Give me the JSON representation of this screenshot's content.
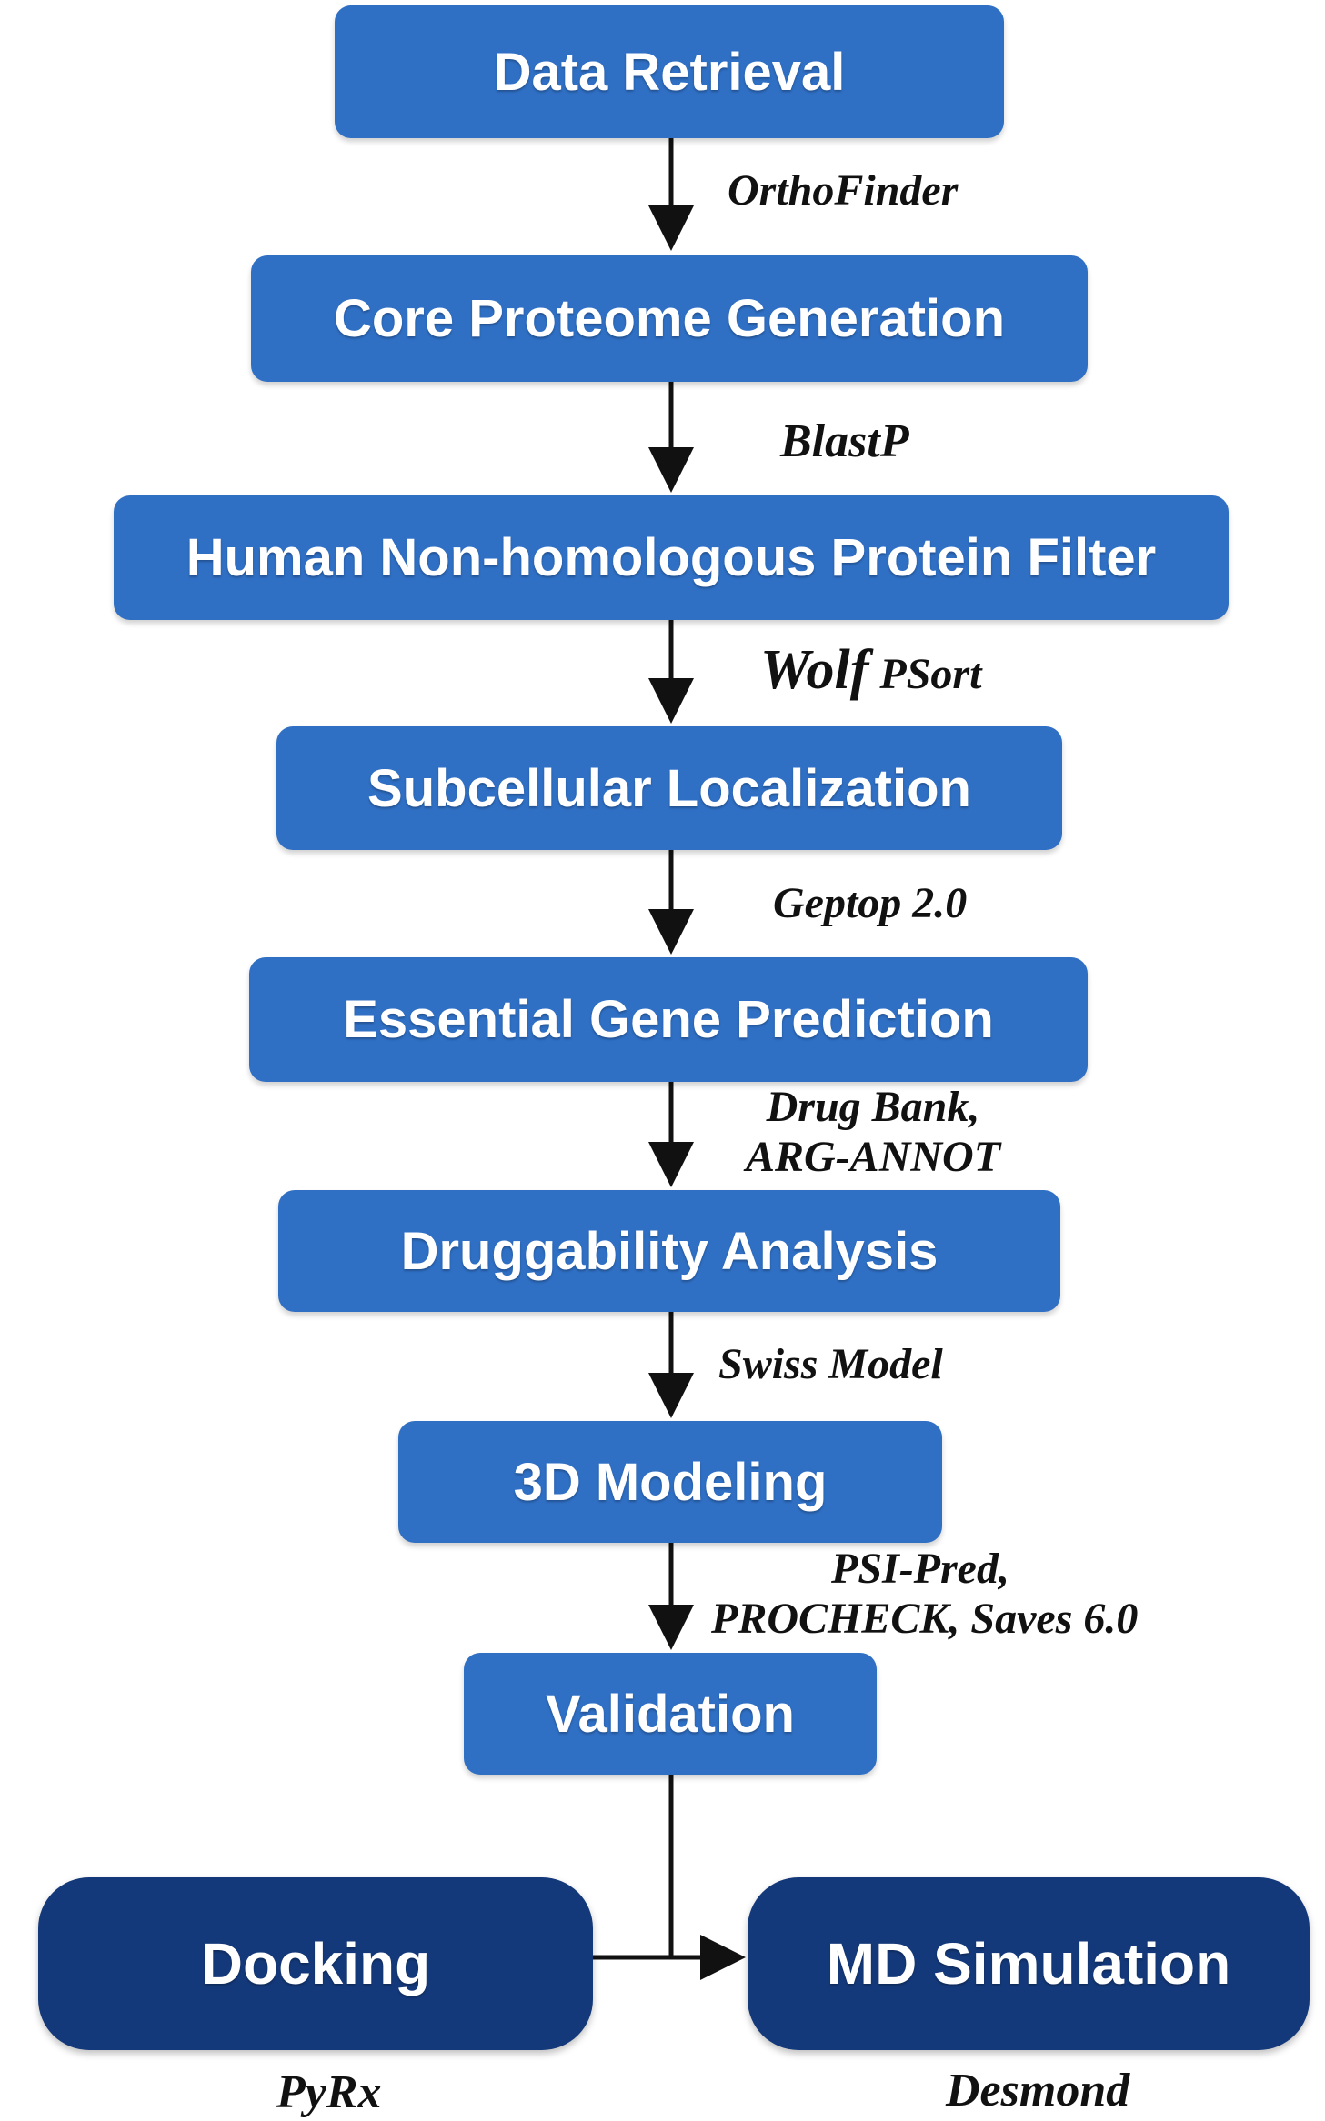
{
  "steps": [
    {
      "label": "Data Retrieval"
    },
    {
      "label": "Core Proteome Generation"
    },
    {
      "label": "Human Non-homologous Protein Filter"
    },
    {
      "label": "Subcellular Localization"
    },
    {
      "label": "Essential Gene Prediction"
    },
    {
      "label": "Druggability Analysis"
    },
    {
      "label": "3D Modeling"
    },
    {
      "label": "Validation"
    }
  ],
  "final_steps": {
    "docking": {
      "label": "Docking",
      "tool": "PyRx"
    },
    "md_simulation": {
      "label": "MD Simulation",
      "tool": "Desmond"
    }
  },
  "tools": {
    "orthofinder": "OrthoFinder",
    "blastp": "BlastP",
    "wolf_psort": {
      "wolf": "Wolf",
      "psort": "PSort"
    },
    "geptop": "Geptop 2.0",
    "drug_bank": {
      "line1": "Drug Bank,",
      "line2": "ARG-ANNOT"
    },
    "swiss_model": "Swiss Model",
    "validation_tools": {
      "line1": "PSI-Pred,",
      "line2": "PROCHECK, Saves 6.0"
    }
  },
  "colors": {
    "step_fill": "#2f6fc4",
    "final_fill": "#14397a",
    "arrow": "#111111",
    "text": "#ffffff"
  }
}
